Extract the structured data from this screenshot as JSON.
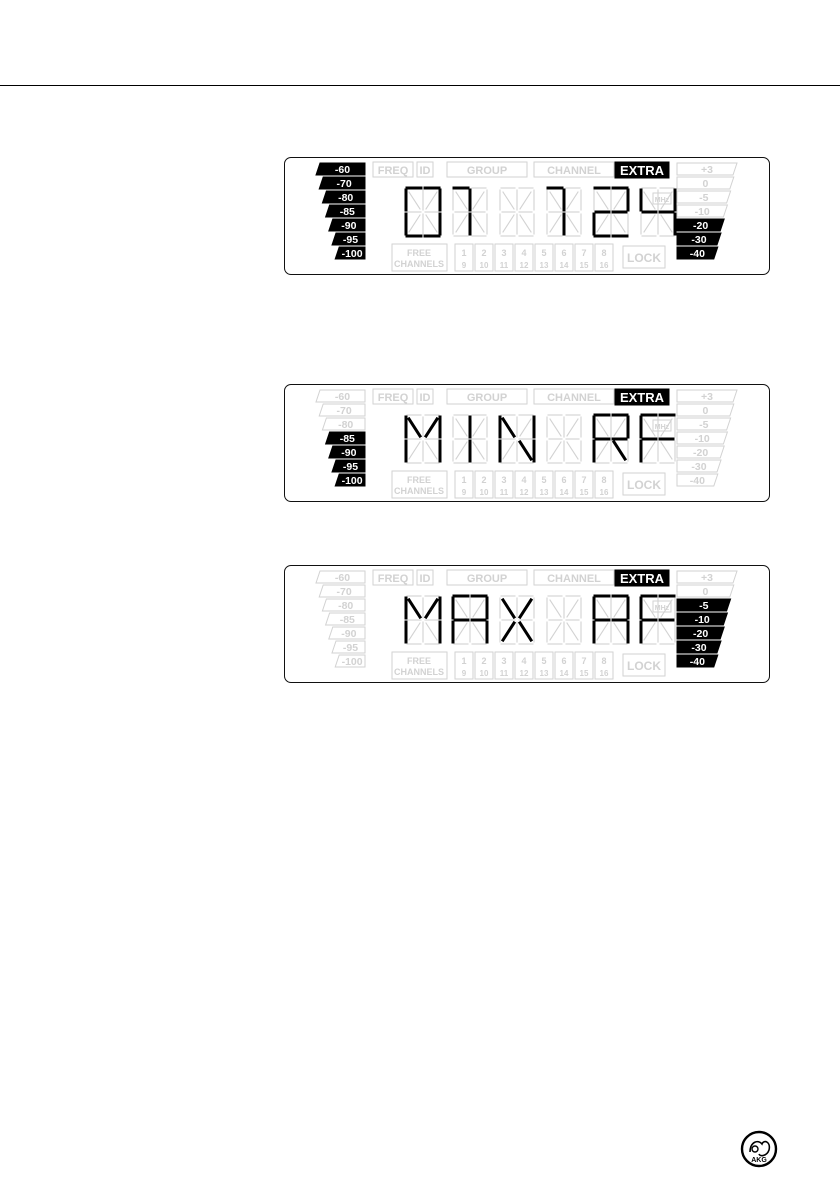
{
  "logo": {
    "text": "AKG"
  },
  "labels": {
    "freq": "FREQ",
    "id": "ID",
    "group": "GROUP",
    "channel": "CHANNEL",
    "extra": "EXTRA",
    "mhz": "MHz",
    "free": "FREE",
    "channels": "CHANNELS",
    "lock": "LOCK"
  },
  "channel_top": [
    "1",
    "2",
    "3",
    "4",
    "5",
    "6",
    "7",
    "8"
  ],
  "channel_bottom": [
    "9",
    "10",
    "11",
    "12",
    "13",
    "14",
    "15",
    "16"
  ],
  "left_meter_scale": [
    "-60",
    "-70",
    "-80",
    "-85",
    "-90",
    "-95",
    "-100"
  ],
  "right_meter_scale": [
    "+3",
    "0",
    "-5",
    "-10",
    "-20",
    "-30",
    "-40"
  ],
  "displays": [
    {
      "id": "display-1",
      "text": "01 124",
      "extra_active": true,
      "left_meter": [
        "-60",
        "-70",
        "-80",
        "-85",
        "-90",
        "-95",
        "-100"
      ],
      "right_meter": [
        "-20",
        "-30",
        "-40"
      ]
    },
    {
      "id": "display-2",
      "text": "MIN RF",
      "extra_active": true,
      "left_meter": [
        "-85",
        "-90",
        "-95",
        "-100"
      ],
      "right_meter": []
    },
    {
      "id": "display-3",
      "text": "MAX AF",
      "extra_active": true,
      "left_meter": [],
      "right_meter": [
        "-5",
        "-10",
        "-20",
        "-30",
        "-40"
      ]
    }
  ],
  "colors": {
    "active": "#000000",
    "inactive": "#d2d2d2",
    "active_text": "#ffffff"
  }
}
